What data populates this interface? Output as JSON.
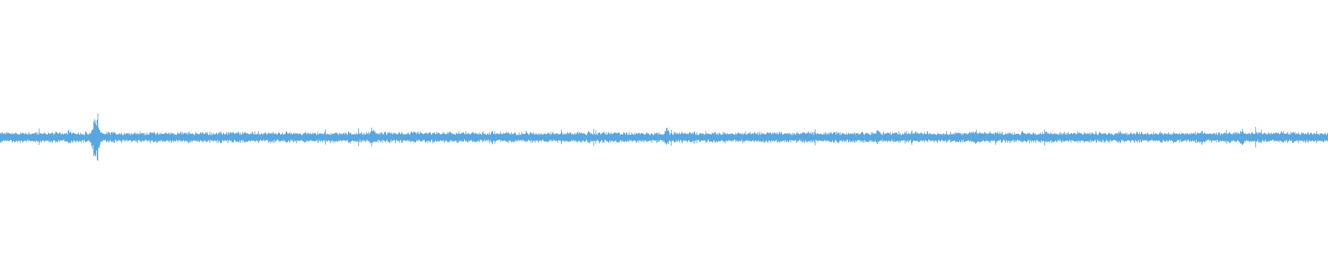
{
  "waveform": {
    "color": "#5aa7e0",
    "background": "#ffffff",
    "baseline_amplitude": 0.045,
    "bursts": [
      {
        "position": 0.072,
        "width": 0.0045,
        "amplitude": 0.26
      },
      {
        "position": 0.052,
        "width": 0.004,
        "amplitude": 0.07
      },
      {
        "position": 0.28,
        "width": 0.004,
        "amplitude": 0.09
      },
      {
        "position": 0.502,
        "width": 0.0025,
        "amplitude": 0.12
      },
      {
        "position": 0.66,
        "width": 0.005,
        "amplitude": 0.07
      },
      {
        "position": 0.735,
        "width": 0.01,
        "amplitude": 0.06
      },
      {
        "position": 0.842,
        "width": 0.006,
        "amplitude": 0.07
      },
      {
        "position": 0.905,
        "width": 0.006,
        "amplitude": 0.07
      },
      {
        "position": 0.935,
        "width": 0.004,
        "amplitude": 0.08
      }
    ]
  }
}
